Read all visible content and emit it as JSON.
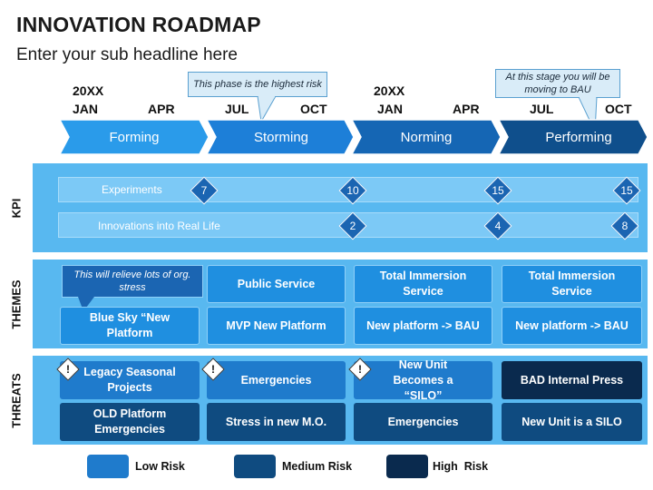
{
  "title": "INNOVATION ROADMAP",
  "subtitle": "Enter your sub headline here",
  "timeline": {
    "years": [
      "20XX",
      "20XX"
    ],
    "months": [
      "JAN",
      "APR",
      "JUL",
      "OCT",
      "JAN",
      "APR",
      "JUL",
      "OCT"
    ],
    "phases": [
      "Forming",
      "Storming",
      "Norming",
      "Performing"
    ],
    "phase_colors": [
      "#2a9bea",
      "#1d7fd8",
      "#1566b4",
      "#0f4f8c"
    ],
    "callout_risk": "This phase is the highest risk",
    "callout_bau": "At this stage you will be moving to BAU"
  },
  "kpi": {
    "label": "KPI",
    "rows": [
      {
        "name": "Experiments",
        "values": [
          "7",
          "10",
          "15",
          "15"
        ]
      },
      {
        "name": "Innovations into Real Life",
        "values": [
          "2",
          "4",
          "8"
        ]
      }
    ]
  },
  "themes": {
    "label": "THEMES",
    "callout": "This will relieve lots of org. stress",
    "top": [
      "Public Service",
      "Total Immersion Service",
      "Total Immersion Service"
    ],
    "bottom": [
      "Blue Sky “New Platform",
      "MVP New Platform",
      "New platform -> BAU",
      "New platform -> BAU"
    ]
  },
  "threats": {
    "label": "THREATS",
    "warning_icon": "!",
    "top": [
      "Legacy Seasonal Projects",
      "Emergencies",
      "New Unit Becomes a “SILO”",
      "BAD Internal Press"
    ],
    "bottom": [
      "OLD Platform Emergencies",
      "Stress in new M.O.",
      "Emergencies",
      "New Unit is a SILO"
    ]
  },
  "legend": {
    "items": [
      {
        "label": "Low Risk",
        "color": "#1f7bcc"
      },
      {
        "label": "Medium Risk",
        "color": "#0f4b80"
      },
      {
        "label": "High  Risk",
        "color": "#0a2a4e"
      }
    ]
  }
}
